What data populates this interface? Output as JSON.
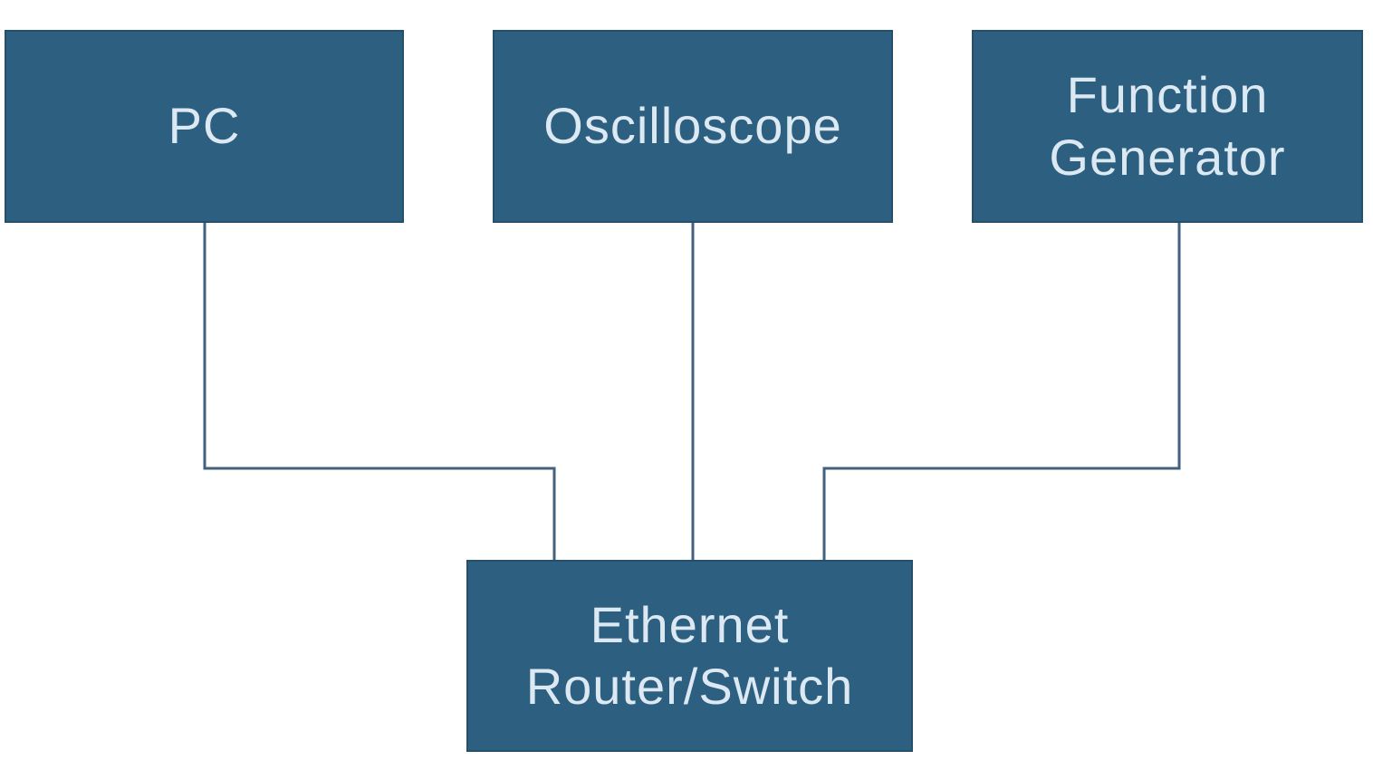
{
  "diagram": {
    "type": "block-diagram",
    "nodes": [
      {
        "id": "pc",
        "label": "PC"
      },
      {
        "id": "oscilloscope",
        "label": "Oscilloscope"
      },
      {
        "id": "function-generator",
        "label": "Function Generator"
      },
      {
        "id": "ethernet-router-switch",
        "label": "Ethernet Router/Switch"
      }
    ],
    "edges": [
      {
        "from": "pc",
        "to": "ethernet-router-switch"
      },
      {
        "from": "oscilloscope",
        "to": "ethernet-router-switch"
      },
      {
        "from": "function-generator",
        "to": "ethernet-router-switch"
      }
    ]
  },
  "colors": {
    "background": "#ffffff",
    "node_fill": "#2d5f80",
    "node_border": "#24506b",
    "node_text": "#dce9f3",
    "connector": "#41617f"
  }
}
